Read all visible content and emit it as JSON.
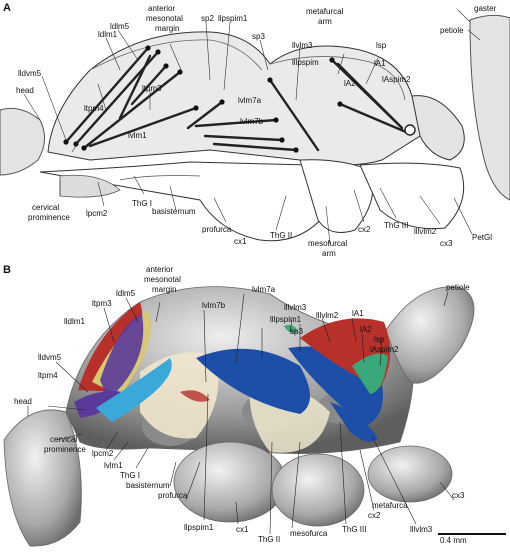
{
  "panels": {
    "A": {
      "letter": "A",
      "labels": [
        "gaster",
        "ldlm1",
        "ldlm5",
        "anterior",
        "mesonotal",
        "margin",
        "sp2",
        "llpspim1",
        "sp3",
        "metafurcal",
        "arm",
        "petiole",
        "llvlm3",
        "lsp",
        "lA1",
        "lldvm5",
        "lllpspim",
        "lA2",
        "lAspim2",
        "head",
        "ltpm3",
        "lvlm7a",
        "ltpm4",
        "lvlm7b",
        "lvlm1",
        "lpcm2",
        "cervical",
        "prominence",
        "ThG I",
        "basisternum",
        "profurca",
        "cx1",
        "ThG II",
        "mesofurcal",
        "arm",
        "cx2",
        "ThG III",
        "lllvlm2",
        "cx3",
        "PetGl"
      ]
    },
    "B": {
      "letter": "B",
      "labels": [
        "anterior",
        "mesonotal",
        "margin",
        "lvlm7b",
        "lvlm7a",
        "ltpm3",
        "ldlm5",
        "lllvlm3",
        "lldlm1",
        "lllpspim1",
        "sp3",
        "lllvlm2",
        "lA1",
        "lA2",
        "lsp",
        "lAspim2",
        "petiole",
        "lldvm5",
        "head",
        "ltpm4",
        "cervical",
        "prominence",
        "lpcm2",
        "lvlm1",
        "ThG I",
        "basisternum",
        "profurca",
        "llpspim1",
        "cx1",
        "ThG II",
        "mesofurca",
        "ThG III",
        "cx2",
        "metafurca",
        "lllvlm3",
        "cx3"
      ],
      "scale_label": "0.4 mm"
    }
  },
  "colors": {
    "red_muscle": "#b8302a",
    "purple_muscle": "#5a3a9a",
    "yellow_muscle": "#d8c872",
    "blue_muscle": "#1d4fa8",
    "cyan_muscle": "#3aa8d8",
    "green_muscle": "#3aa878",
    "cuticle": "#c8c8c8"
  }
}
